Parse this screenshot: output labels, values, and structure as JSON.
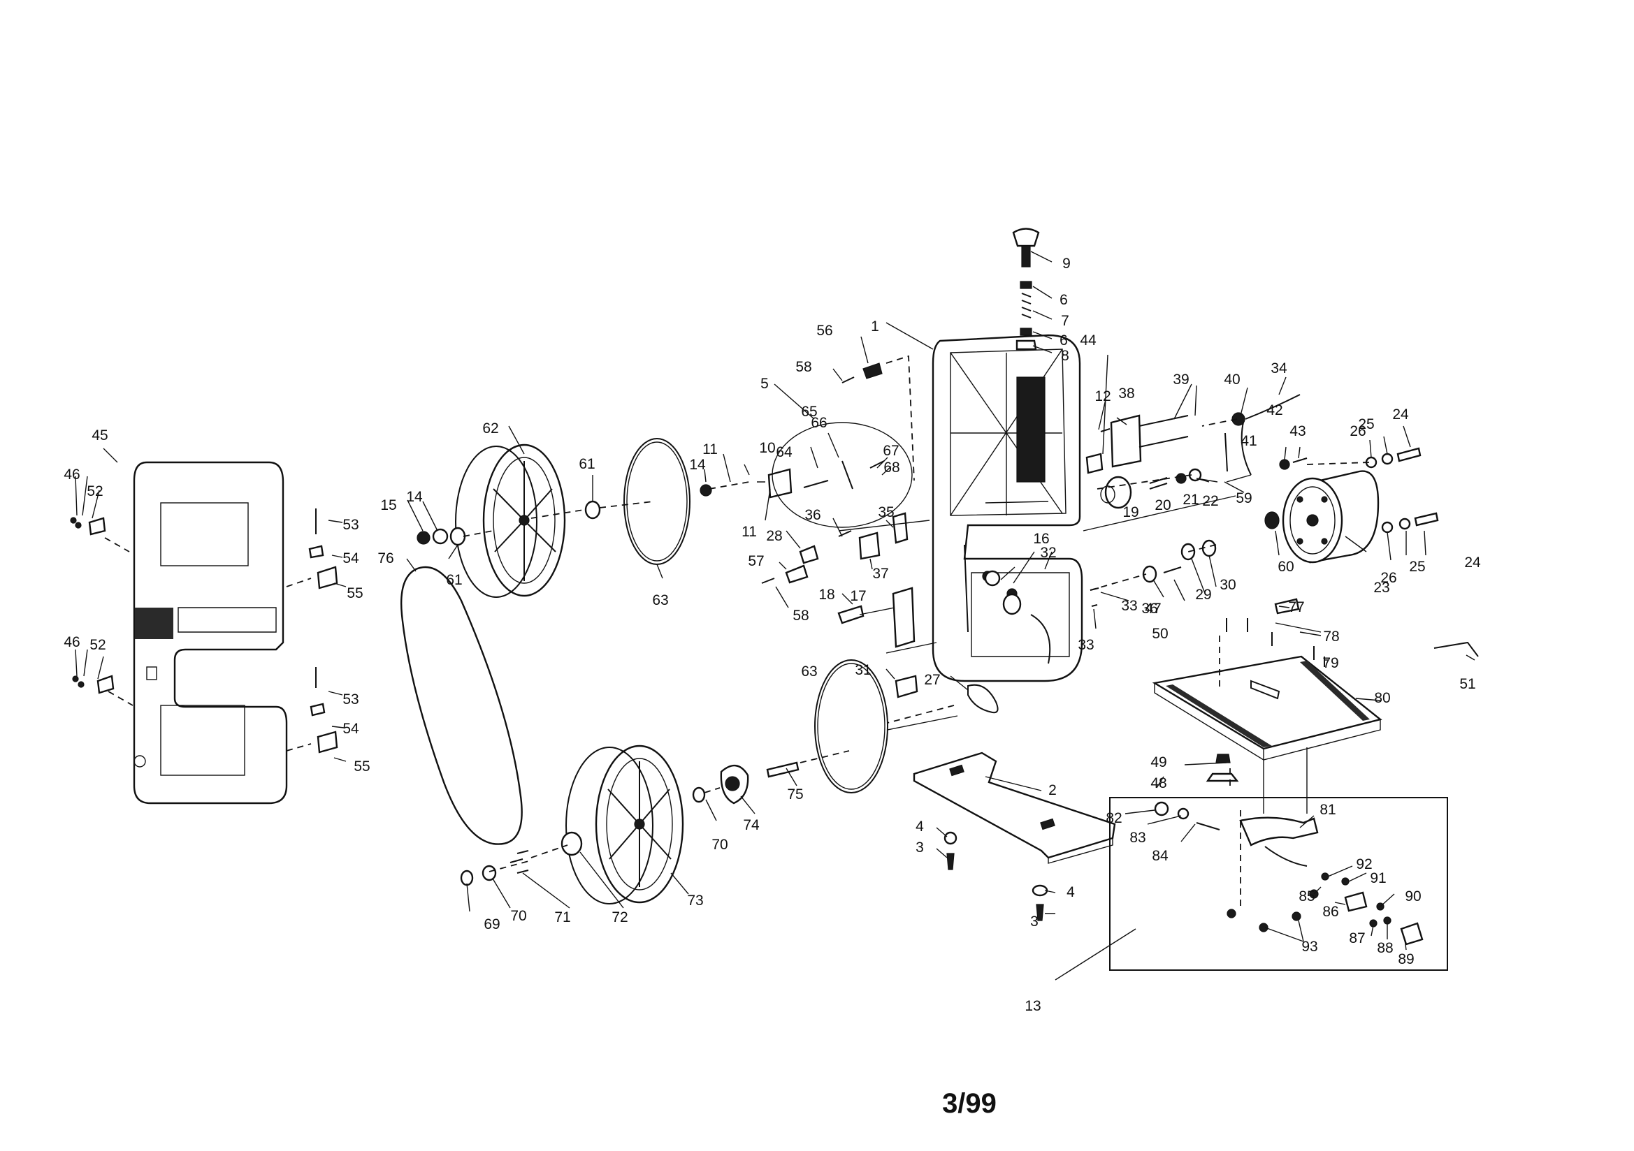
{
  "page_number": "3/99",
  "part_labels": [
    "1",
    "2",
    "3",
    "3",
    "4",
    "4",
    "5",
    "6",
    "6",
    "7",
    "8",
    "9",
    "10",
    "11",
    "11",
    "12",
    "13",
    "14",
    "14",
    "15",
    "16",
    "17",
    "18",
    "19",
    "20",
    "21",
    "22",
    "23",
    "24",
    "24",
    "25",
    "25",
    "26",
    "26",
    "27",
    "28",
    "29",
    "30",
    "31",
    "32",
    "33",
    "33",
    "34",
    "35",
    "36",
    "36",
    "37",
    "38",
    "39",
    "40",
    "41",
    "42",
    "43",
    "44",
    "45",
    "46",
    "46",
    "47",
    "48",
    "49",
    "50",
    "51",
    "52",
    "52",
    "53",
    "53",
    "54",
    "54",
    "55",
    "55",
    "56",
    "57",
    "58",
    "58",
    "59",
    "60",
    "61",
    "61",
    "62",
    "63",
    "63",
    "64",
    "65",
    "66",
    "67",
    "68",
    "69",
    "70",
    "70",
    "71",
    "72",
    "73",
    "74",
    "75",
    "76",
    "77",
    "78",
    "79",
    "80",
    "81",
    "82",
    "83",
    "84",
    "85",
    "86",
    "87",
    "88",
    "89",
    "90",
    "91",
    "92",
    "93"
  ]
}
